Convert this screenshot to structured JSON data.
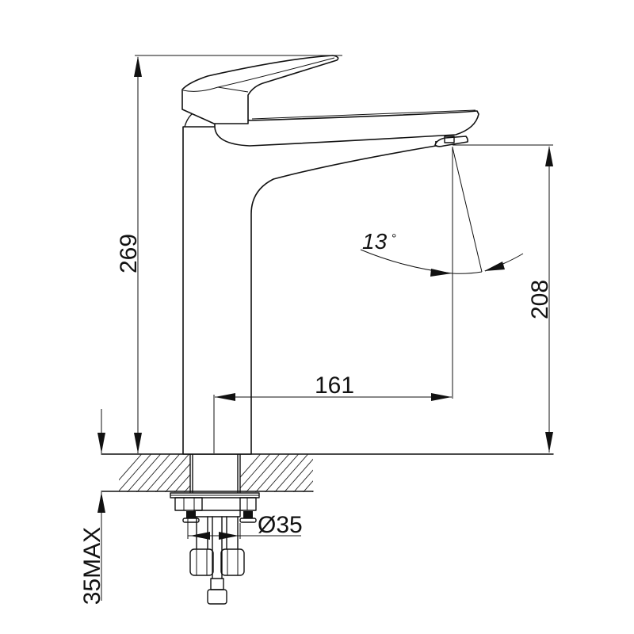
{
  "drawing": {
    "subject": "Single-lever basin mixer faucet — side elevation with dimensions",
    "line_color": "#111111",
    "background": "#ffffff"
  },
  "dimensions": {
    "total_height": {
      "value": "269",
      "unit": "mm",
      "orientation": "vertical"
    },
    "spout_height": {
      "value": "208",
      "unit": "mm",
      "orientation": "vertical"
    },
    "spout_reach": {
      "value": "161",
      "unit": "mm",
      "orientation": "horizontal"
    },
    "outlet_angle": {
      "value": "13",
      "unit": "°"
    },
    "mounting_hole_diameter": {
      "value": "Ø35",
      "unit": "mm"
    },
    "max_counter_thickness": {
      "value": "35MAX",
      "unit": "mm",
      "orientation": "vertical"
    }
  },
  "labels": {
    "h269": "269",
    "h208": "208",
    "r161": "161",
    "angle": "13",
    "degree": "°",
    "dia35": "Ø35",
    "max35": "35MAX"
  },
  "parts": [
    "lever-handle",
    "cartridge-cap",
    "body",
    "spout",
    "aerator",
    "countertop-section",
    "mounting-shank",
    "fixing-nut-plate",
    "supply-hoses",
    "hose-nuts",
    "fixing-rod"
  ]
}
